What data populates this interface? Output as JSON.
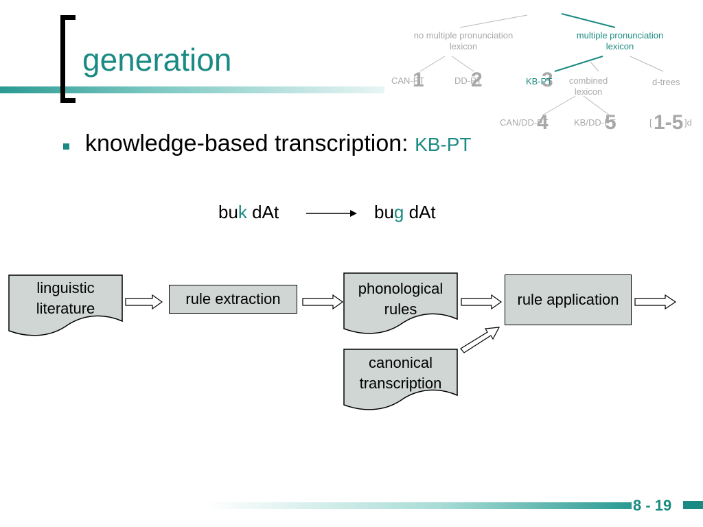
{
  "title": "generation",
  "page_number": "8 - 19",
  "bullet": {
    "text": "knowledge-based transcription: ",
    "highlight": "KB-PT"
  },
  "example": {
    "input_pre": "bu",
    "input_ch": "k",
    "input_post": " dAt",
    "output_pre": "bu",
    "output_ch": "g",
    "output_post": " dAt"
  },
  "tree": {
    "no_multiple": "no multiple pronunciation lexicon",
    "multiple": "multiple pronunciation lexicon",
    "can_pt": "CAN-PT",
    "num1": "1",
    "dd_pt": "DD-PT",
    "num2": "2",
    "kb_pt": "KB-PT",
    "num3": "3",
    "combined": "combined lexicon",
    "d_trees": "d-trees",
    "can_dd": "CAN/DD-PT",
    "num4": "4",
    "kb_dd": "KB/DD-PT",
    "num5": "5",
    "num15": "1-5",
    "bracket_left": "[",
    "bracket_right": "]d"
  },
  "diagram": {
    "linguistic_literature": "linguistic literature",
    "rule_extraction": "rule extraction",
    "phonological_rules": "phonological rules",
    "rule_application": "rule application",
    "canonical_transcription": "canonical transcription"
  },
  "colors": {
    "accent": "#1a8a82",
    "box_fill": "#cfd6d3",
    "tree_gray": "#a8a8a8"
  }
}
